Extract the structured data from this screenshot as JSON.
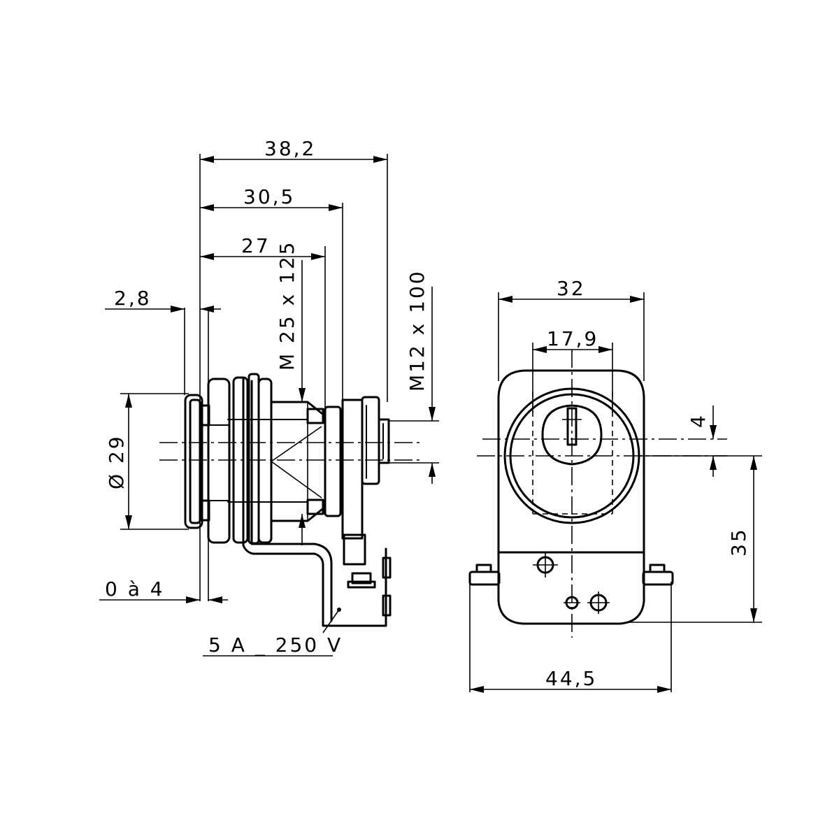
{
  "dimensions": {
    "total_length": "38,2",
    "length_bracket": "30,5",
    "length_nut": "27",
    "flange": "2,8",
    "thread_main": "M 25 x 125",
    "thread_shaft": "M12 x 100",
    "diameter": "Ø 29",
    "panel_range": "0 à 4",
    "rating": "5 A _ 250 V",
    "width_body": "32",
    "width_key": "17,9",
    "offset": "4",
    "height_mount": "35",
    "width_base": "44,5"
  }
}
